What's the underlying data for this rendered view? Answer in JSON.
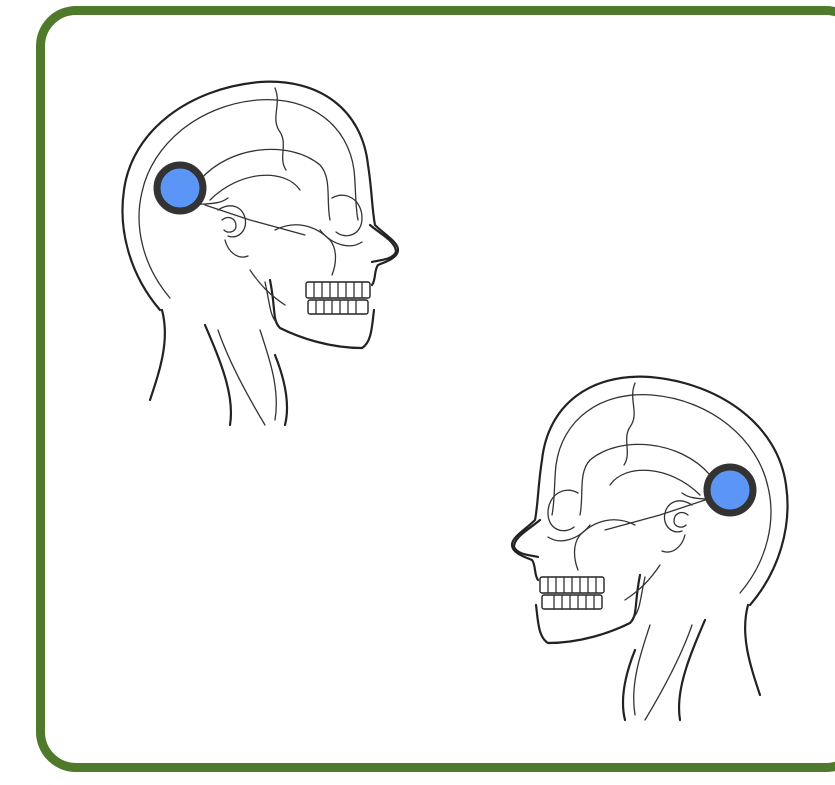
{
  "colors": {
    "frame_border": "#4f7a2b",
    "marker_fill": "#5b96f7",
    "marker_stroke": "#333333",
    "line": "#222222"
  },
  "figures": [
    {
      "name": "head-left",
      "facing": "right",
      "marker": "back-of-head"
    },
    {
      "name": "head-right",
      "facing": "left",
      "marker": "back-of-head"
    }
  ]
}
